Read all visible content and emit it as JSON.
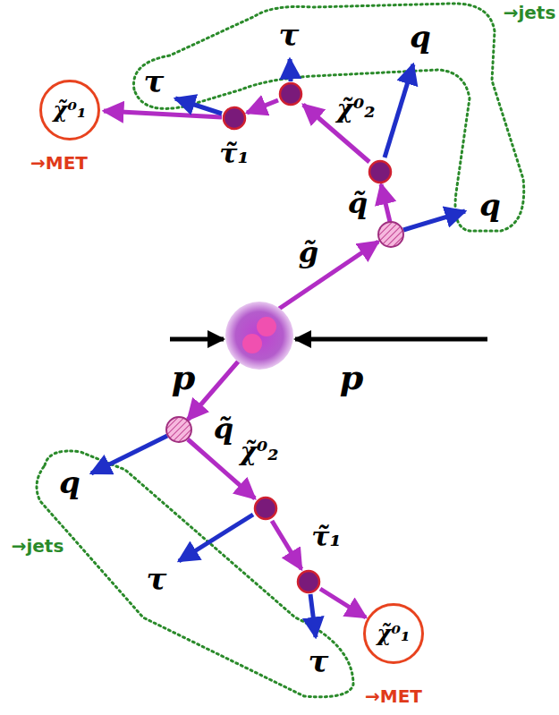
{
  "diagram": {
    "nodes": [
      {
        "text": [
          "χ̃⁰₁"
        ]
      },
      {
        "text": [
          "χ̃⁰₁"
        ]
      }
    ],
    "labels": [
      "→jets",
      "τ",
      "q",
      "τ",
      "→MET",
      "τ̃₁",
      "χ̃⁰₂",
      "q̃",
      "q",
      "g̃",
      "p",
      "p",
      "q̃",
      "q",
      "χ̃⁰₂",
      "τ",
      "τ̃₁",
      "→jets",
      "τ",
      "→MET"
    ]
  }
}
